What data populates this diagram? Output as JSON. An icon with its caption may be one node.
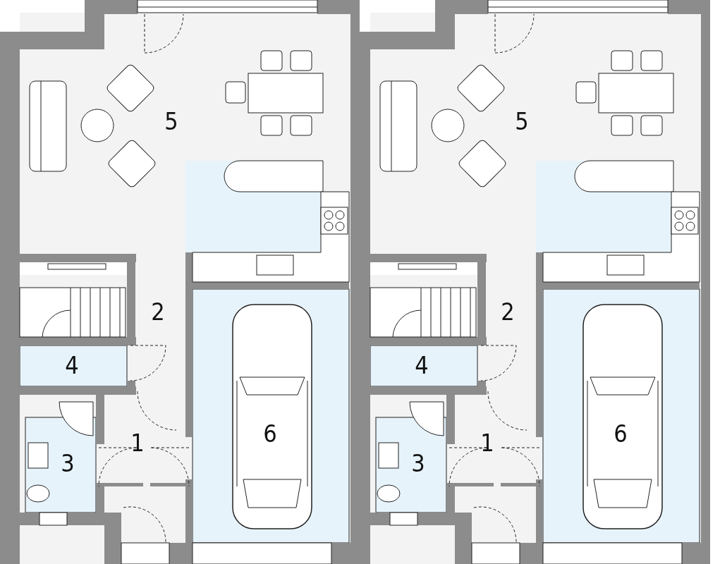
{
  "diagram": {
    "labels": [
      "5",
      "5",
      "2",
      "2",
      "4",
      "4",
      "1",
      "6",
      "1",
      "6",
      "3",
      "3"
    ]
  }
}
